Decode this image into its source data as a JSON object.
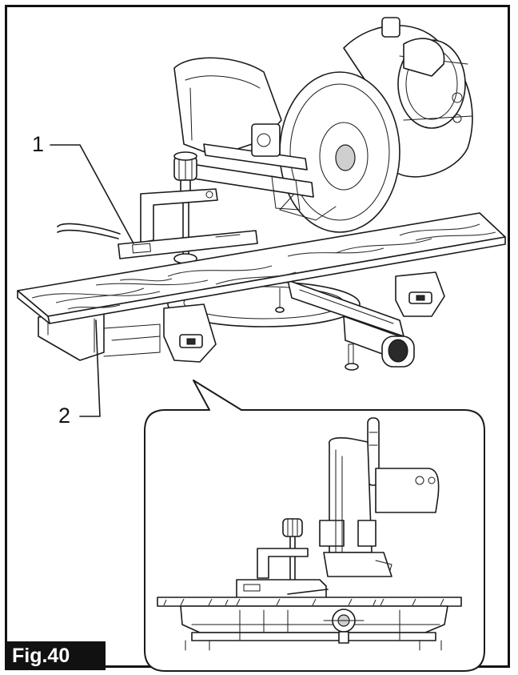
{
  "figure_label": "Fig.40",
  "callouts": [
    "1",
    "2"
  ]
}
